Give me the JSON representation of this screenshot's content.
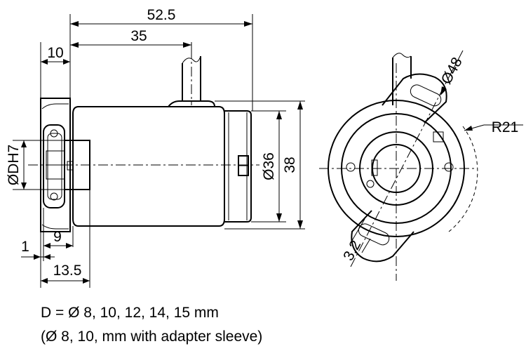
{
  "dimensions": {
    "overall_length": "52.5",
    "shaft_position": "35",
    "flange_width": "10",
    "bore_diameter": "ØDH7",
    "body_diameter": "Ø36",
    "outer_diameter": "38",
    "gap": "1",
    "sleeve_length": "9",
    "mount_depth": "13.5",
    "bolt_circle": "Ø48",
    "radius": "R21",
    "slot_width": "3.2"
  },
  "notes": {
    "line1": "D = Ø 8, 10, 12, 14, 15 mm",
    "line2": "(Ø 8, 10, mm with adapter sleeve)"
  }
}
